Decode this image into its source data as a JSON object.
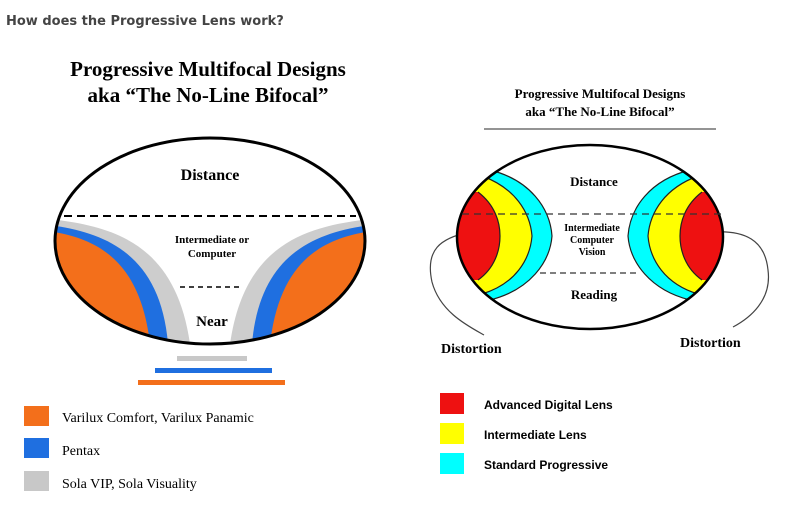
{
  "page": {
    "heading": "How does the Progressive Lens work?"
  },
  "left_figure": {
    "title_line1": "Progressive Multifocal Designs",
    "title_line2": "aka “The No-Line Bifocal”",
    "zones": {
      "distance": "Distance",
      "intermediate_line1": "Intermediate or",
      "intermediate_line2": "Computer",
      "near": "Near"
    },
    "legend": [
      {
        "label": "Varilux Comfort, Varilux Panamic",
        "color": "#f36f1b"
      },
      {
        "label": "Pentax",
        "color": "#1f6fe0"
      },
      {
        "label": "Sola VIP, Sola Visuality",
        "color": "#c8c8c8"
      }
    ]
  },
  "right_figure": {
    "title_line1": "Progressive Multifocal Designs",
    "title_line2": "aka “The No-Line Bifocal”",
    "zones": {
      "distance": "Distance",
      "intermediate_line1": "Intermediate",
      "intermediate_line2": "Computer",
      "intermediate_line3": "Vision",
      "reading": "Reading"
    },
    "distortion_left": "Distortion",
    "distortion_right": "Distortion",
    "legend": [
      {
        "label": "Advanced Digital Lens",
        "color": "#ee1111"
      },
      {
        "label": "Intermediate Lens",
        "color": "#ffff00"
      },
      {
        "label": "Standard Progressive",
        "color": "#00ffff"
      }
    ]
  }
}
